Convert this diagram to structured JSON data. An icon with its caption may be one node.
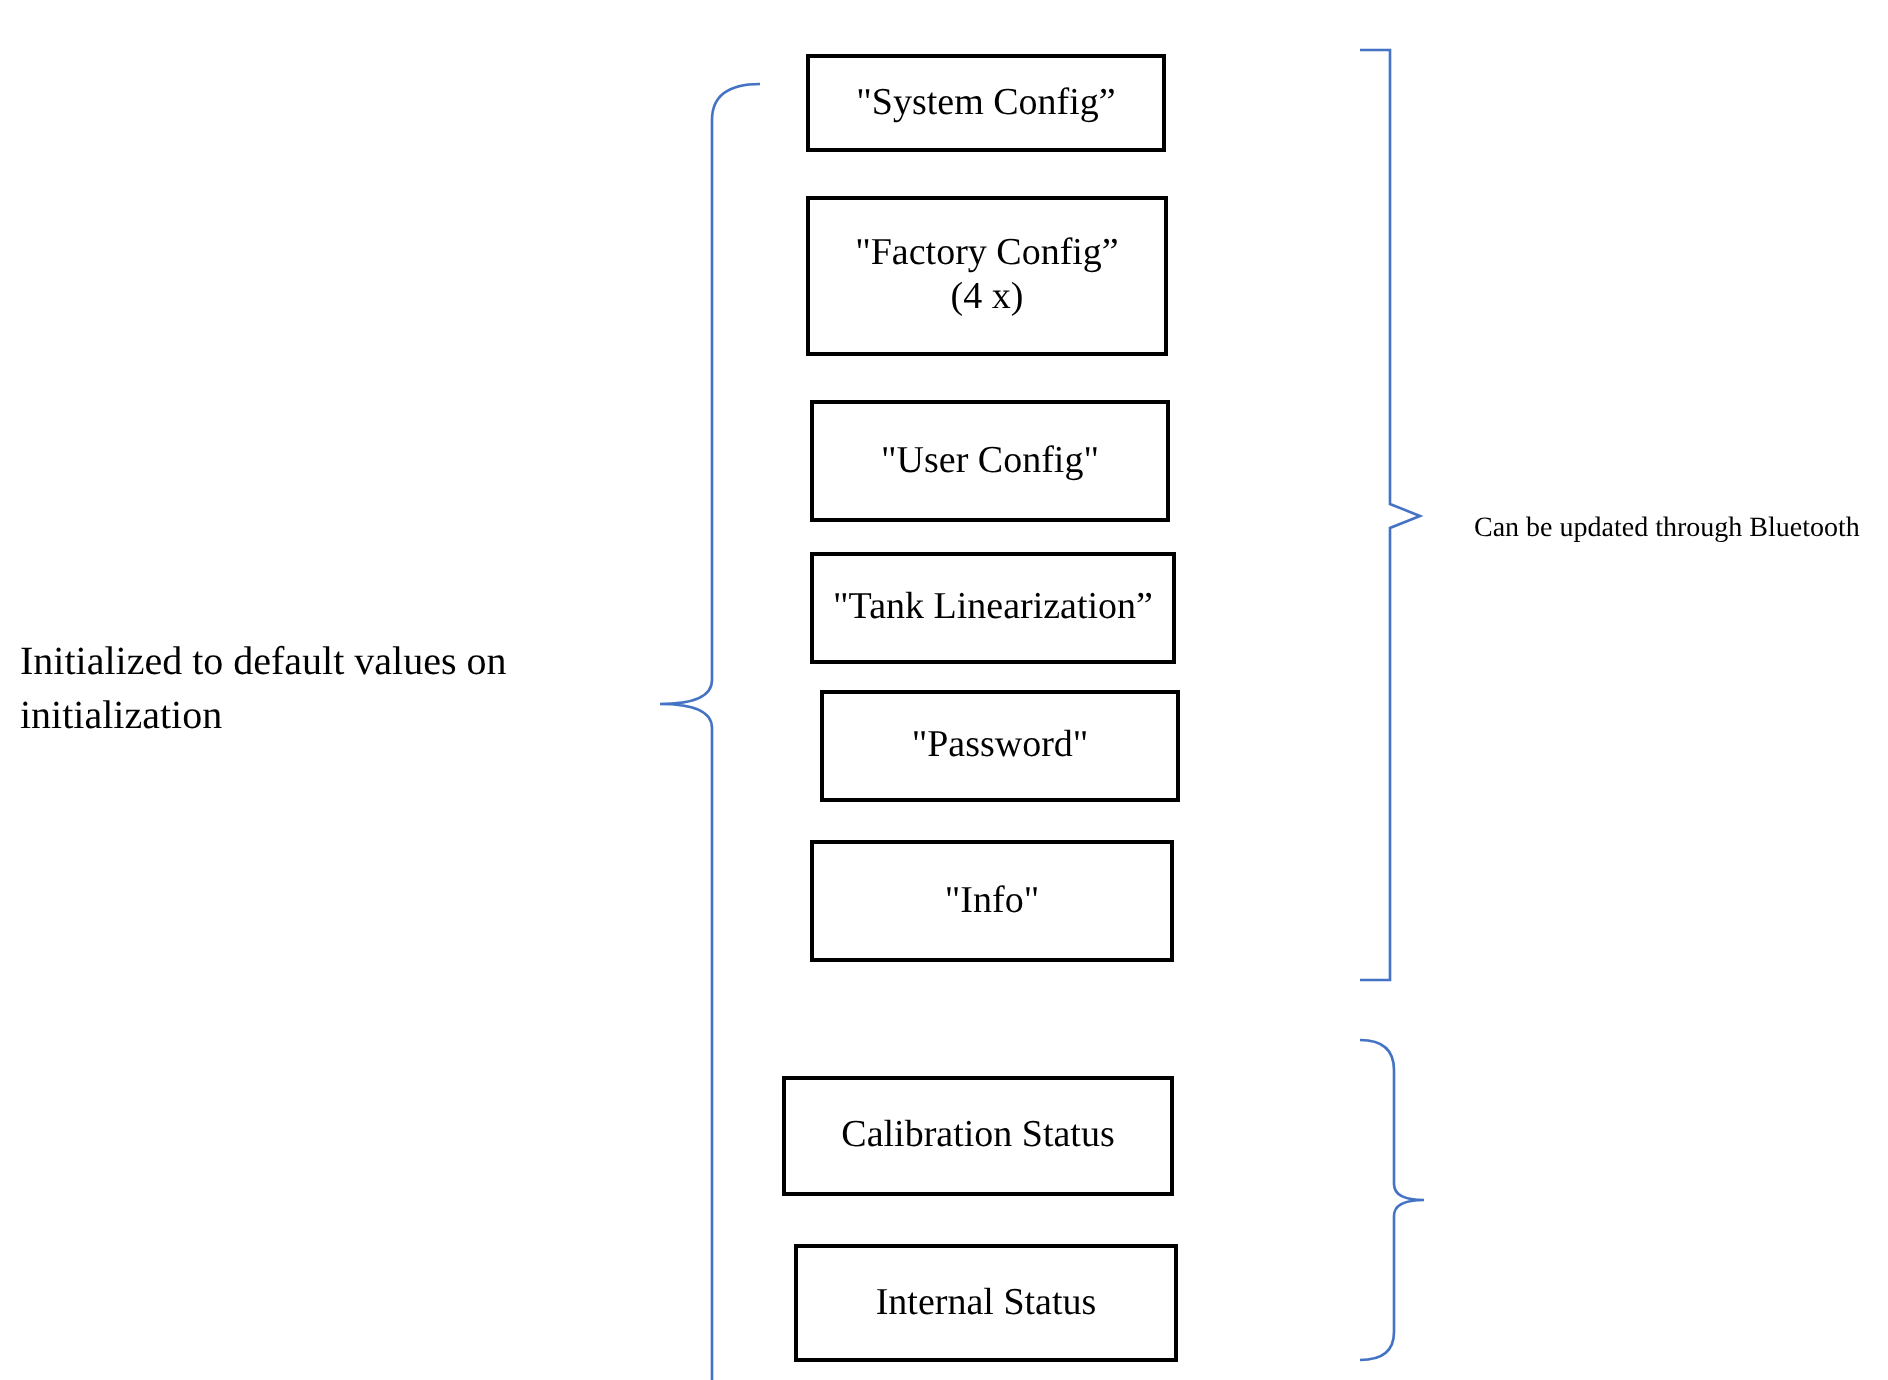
{
  "diagram": {
    "nodes": [
      {
        "text": [
          "\"System Config”"
        ]
      },
      {
        "text": [
          "\"Factory Config” (4 x)"
        ]
      },
      {
        "text": [
          "\"User Config\""
        ]
      },
      {
        "text": [
          "\"Tank Linearization”"
        ]
      },
      {
        "text": [
          "\"Password\""
        ]
      },
      {
        "text": [
          "\"Info\""
        ]
      },
      {
        "text": [
          "Calibration Status"
        ]
      },
      {
        "text": [
          "Internal Status"
        ]
      }
    ],
    "edges": [],
    "labels": [
      "Initialized to default values on initialization",
      "Can be updated through Bluetooth"
    ]
  }
}
